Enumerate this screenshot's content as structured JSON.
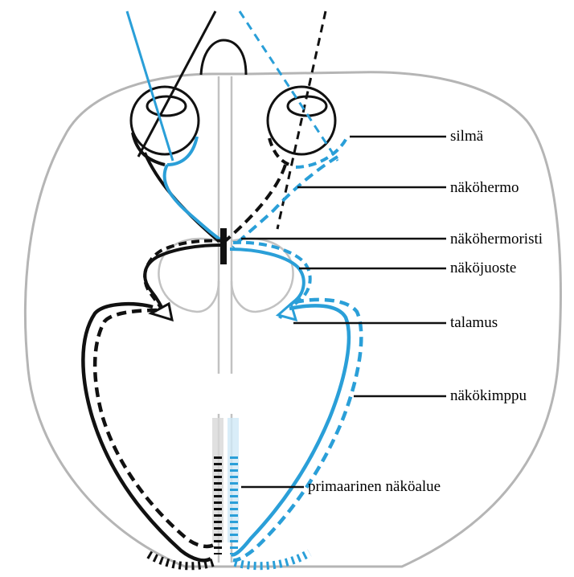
{
  "colors": {
    "outline": "#b5b5b5",
    "left_pathway": "#111111",
    "right_pathway": "#2a9fd8",
    "leader_line": "#111111"
  },
  "labels": {
    "eye": "silmä",
    "optic_nerve": "näköhermo",
    "optic_chiasm": "näköhermoristi",
    "optic_tract": "näköjuoste",
    "thalamus": "talamus",
    "optic_radiation": "näkökimppu",
    "primary_visual_cortex": "primaarinen näköalue"
  }
}
